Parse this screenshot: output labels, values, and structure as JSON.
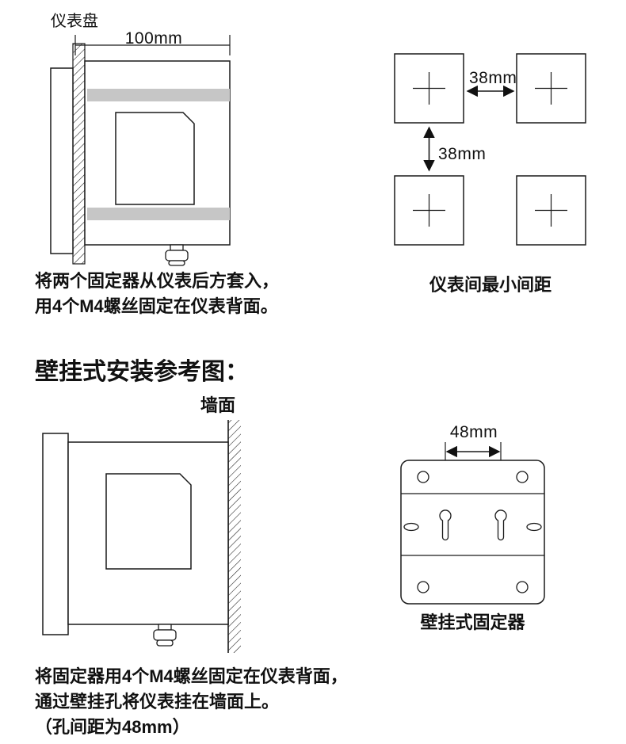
{
  "panel_mount": {
    "title": "仪表盘",
    "width_dim": "100mm",
    "caption_lines": [
      "将两个固定器从仪表后方套入，",
      "用4个M4螺丝固定在仪表背面。"
    ]
  },
  "spacing": {
    "h_dim": "38mm",
    "v_dim": "38mm",
    "caption": "仪表间最小间距"
  },
  "wall_mount": {
    "heading": "壁挂式安装参考图：",
    "wall_label": "墙面",
    "caption_lines": [
      "将固定器用4个M4螺丝固定在仪表背面，",
      "通过壁挂孔将仪表挂在墙面上。",
      "（孔间距为48mm）"
    ]
  },
  "bracket": {
    "hole_dim": "48mm",
    "caption": "壁挂式固定器"
  },
  "colors": {
    "line": "#1a1a1a",
    "clamp_gray": "#c6c6c6",
    "background": "#ffffff"
  }
}
